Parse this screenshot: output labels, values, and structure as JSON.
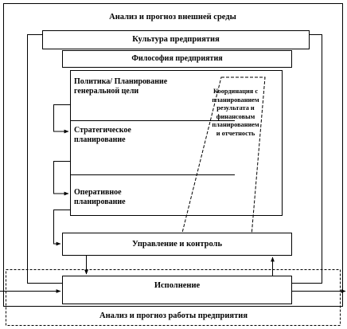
{
  "outer": {
    "title": "Анализ и прогноз внешней среды"
  },
  "culture": {
    "label": "Культура предприятия"
  },
  "philosophy": {
    "label": "Философия предприятия"
  },
  "planning": {
    "policy_label": "Политика/ Планирование генеральной цели",
    "strategic_label": "Стратегическое планирование",
    "operational_label": "Оперативное планирование"
  },
  "coordination": {
    "label": "Координация с планированием результата и финансовым планированием и отчетность"
  },
  "control": {
    "label": "Управление и контроль"
  },
  "execution": {
    "label": "Исполнение"
  },
  "inner_analysis": {
    "label": "Анализ и прогноз работы предприятия"
  }
}
